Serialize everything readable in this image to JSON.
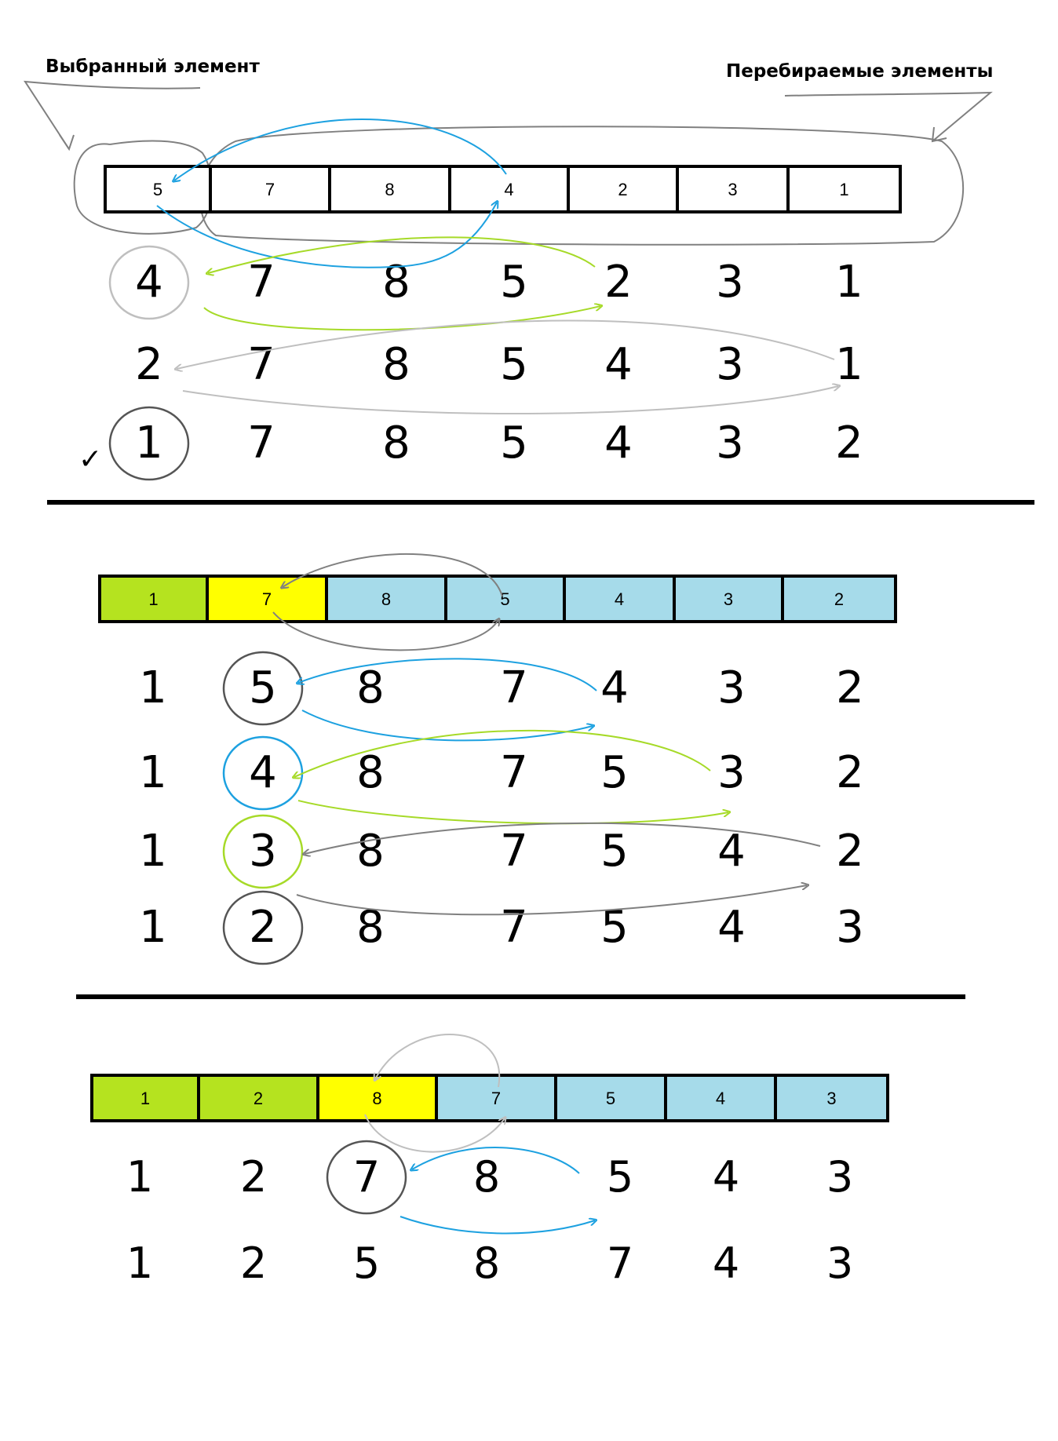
{
  "labels": {
    "selected_element": "Выбранный элемент",
    "iterated_elements": "Перебираемые элементы"
  },
  "colors": {
    "sorted": "#b5e31f",
    "selected": "#ffff00",
    "unsorted": "#a6dbea",
    "blue_arrow": "#1da1e0",
    "green_arrow": "#a6da28",
    "gray_arrow": "#808080",
    "light_gray_arrow": "#bfbfbf",
    "checkmark": "#2e9a2e"
  },
  "sections": [
    {
      "array": {
        "values": [
          "5",
          "7",
          "8",
          "4",
          "2",
          "3",
          "1"
        ],
        "states": [
          "plain",
          "plain",
          "plain",
          "plain",
          "plain",
          "plain",
          "plain"
        ]
      },
      "rows": [
        {
          "values": [
            "4",
            "7",
            "8",
            "5",
            "2",
            "3",
            "1"
          ],
          "circled": 0
        },
        {
          "values": [
            "2",
            "7",
            "8",
            "5",
            "4",
            "3",
            "1"
          ],
          "circled": -1
        },
        {
          "values": [
            "1",
            "7",
            "8",
            "5",
            "4",
            "3",
            "2"
          ],
          "circled": 0,
          "check": "✓"
        }
      ]
    },
    {
      "array": {
        "values": [
          "1",
          "7",
          "8",
          "5",
          "4",
          "3",
          "2"
        ],
        "states": [
          "sorted",
          "selected",
          "unsorted",
          "unsorted",
          "unsorted",
          "unsorted",
          "unsorted"
        ]
      },
      "rows": [
        {
          "values": [
            "1",
            "5",
            "8",
            "7",
            "4",
            "3",
            "2"
          ],
          "circled": 1
        },
        {
          "values": [
            "1",
            "4",
            "8",
            "7",
            "5",
            "3",
            "2"
          ],
          "circled": 1
        },
        {
          "values": [
            "1",
            "3",
            "8",
            "7",
            "5",
            "4",
            "2"
          ],
          "circled": 1
        },
        {
          "values": [
            "1",
            "2",
            "8",
            "7",
            "5",
            "4",
            "3"
          ],
          "circled": 1
        }
      ]
    },
    {
      "array": {
        "values": [
          "1",
          "2",
          "8",
          "7",
          "5",
          "4",
          "3"
        ],
        "states": [
          "sorted",
          "sorted",
          "selected",
          "unsorted",
          "unsorted",
          "unsorted",
          "unsorted"
        ]
      },
      "rows": [
        {
          "values": [
            "1",
            "2",
            "7",
            "8",
            "5",
            "4",
            "3"
          ],
          "circled": 2
        },
        {
          "values": [
            "1",
            "2",
            "5",
            "8",
            "7",
            "4",
            "3"
          ],
          "circled": -1
        }
      ]
    }
  ]
}
